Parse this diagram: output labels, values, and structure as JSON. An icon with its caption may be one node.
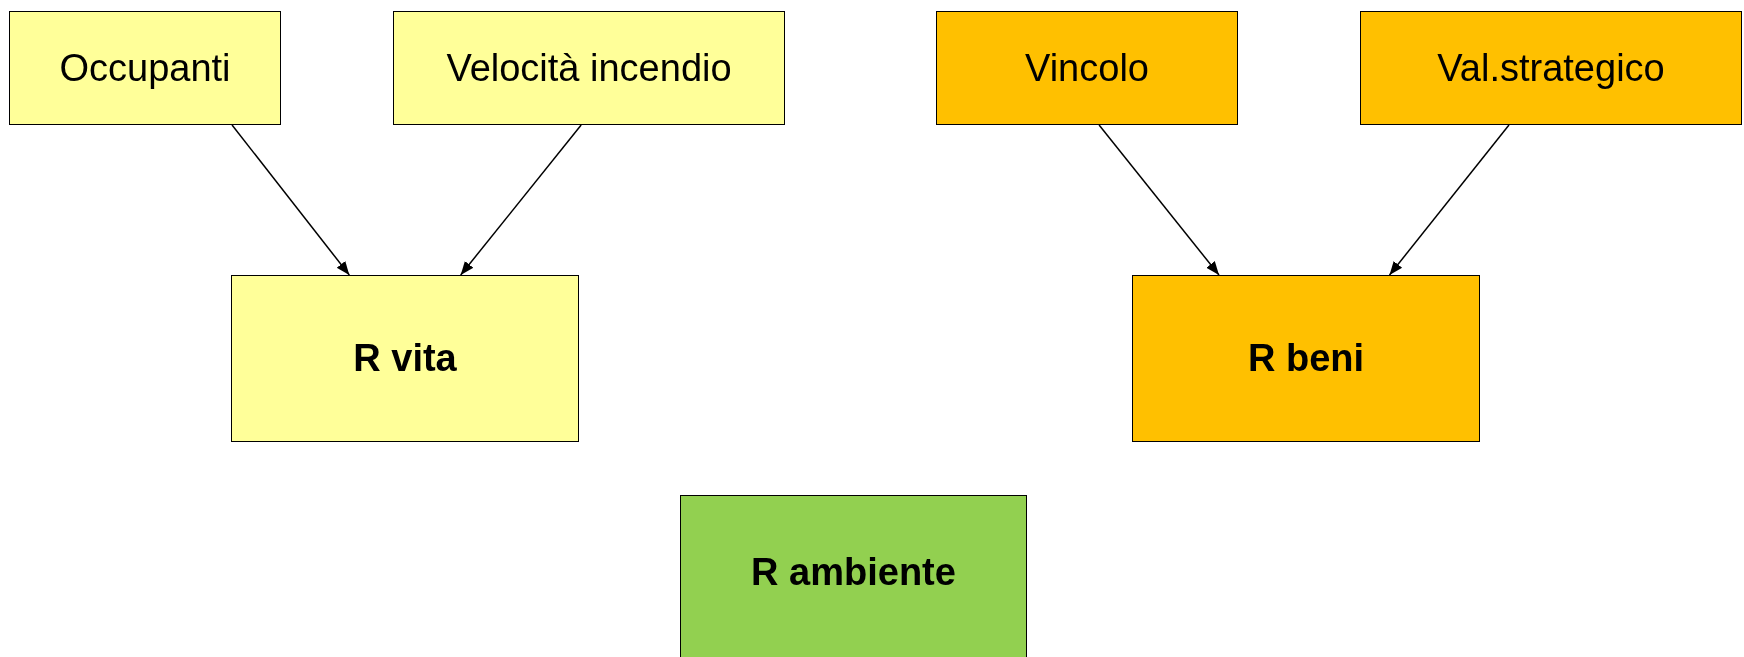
{
  "diagram": {
    "nodes": [
      {
        "text": [
          "Occupanti"
        ]
      },
      {
        "text": [
          "Velocità incendio"
        ]
      },
      {
        "text": [
          "Vincolo"
        ]
      },
      {
        "text": [
          "Val.strategico"
        ]
      },
      {
        "text": [
          "R vita"
        ]
      },
      {
        "text": [
          "R beni"
        ]
      },
      {
        "text": [
          "R ambiente"
        ]
      }
    ],
    "edges": [
      {
        "from": 0,
        "to": 4,
        "arrow": "to"
      },
      {
        "from": 1,
        "to": 4,
        "arrow": "to"
      },
      {
        "from": 2,
        "to": 5,
        "arrow": "to"
      },
      {
        "from": 3,
        "to": 5,
        "arrow": "to"
      }
    ]
  }
}
